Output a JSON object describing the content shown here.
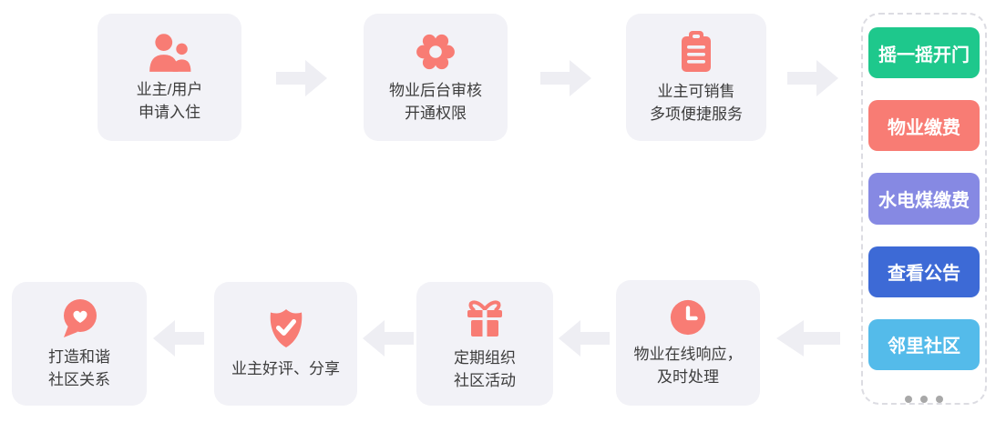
{
  "colors": {
    "card_bg": "#F2F2F7",
    "icon_accent": "#F87C74",
    "arrow": "#EEEEF3",
    "text": "#3D3D3D",
    "panel_border": "#DCDCE2",
    "dots": "#A8A8A8"
  },
  "top_steps": [
    {
      "icon": "users-icon",
      "lines": [
        "业主/用户",
        "申请入住"
      ]
    },
    {
      "icon": "gear-icon",
      "lines": [
        "物业后台审核",
        "开通权限"
      ]
    },
    {
      "icon": "clipboard-icon",
      "lines": [
        "业主可销售",
        "多项便捷服务"
      ]
    }
  ],
  "bottom_steps": [
    {
      "icon": "clock-icon",
      "lines": [
        "物业在线响应，",
        "及时处理"
      ]
    },
    {
      "icon": "gift-icon",
      "lines": [
        "定期组织",
        "社区活动"
      ]
    },
    {
      "icon": "shield-check-icon",
      "lines": [
        "业主好评、分享"
      ]
    },
    {
      "icon": "speech-heart-icon",
      "lines": [
        "打造和谐",
        "社区关系"
      ]
    }
  ],
  "services_panel": {
    "buttons": [
      {
        "label": "摇一摇开门",
        "color": "#1EC88C"
      },
      {
        "label": "物业缴费",
        "color": "#F87C74"
      },
      {
        "label": "水电煤缴费",
        "color": "#8689E3"
      },
      {
        "label": "查看公告",
        "color": "#3D6AD6"
      },
      {
        "label": "邻里社区",
        "color": "#54BBEA"
      }
    ],
    "more_dots": 3
  }
}
